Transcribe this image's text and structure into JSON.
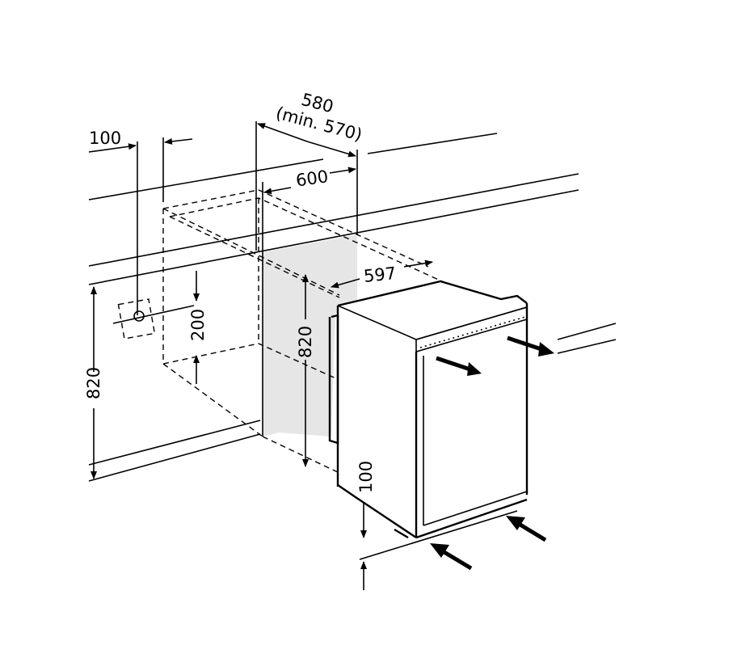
{
  "diagram": {
    "labels": {
      "side_gap": "100",
      "niche_depth": "580",
      "niche_depth_min": "(min. 570)",
      "niche_width": "600",
      "appliance_width": "597",
      "socket_height": "200",
      "niche_height_left": "820",
      "niche_height_inner": "820",
      "vent_height": "100"
    },
    "colors": {
      "line": "#000000",
      "shading": "#e6e6e6"
    }
  }
}
